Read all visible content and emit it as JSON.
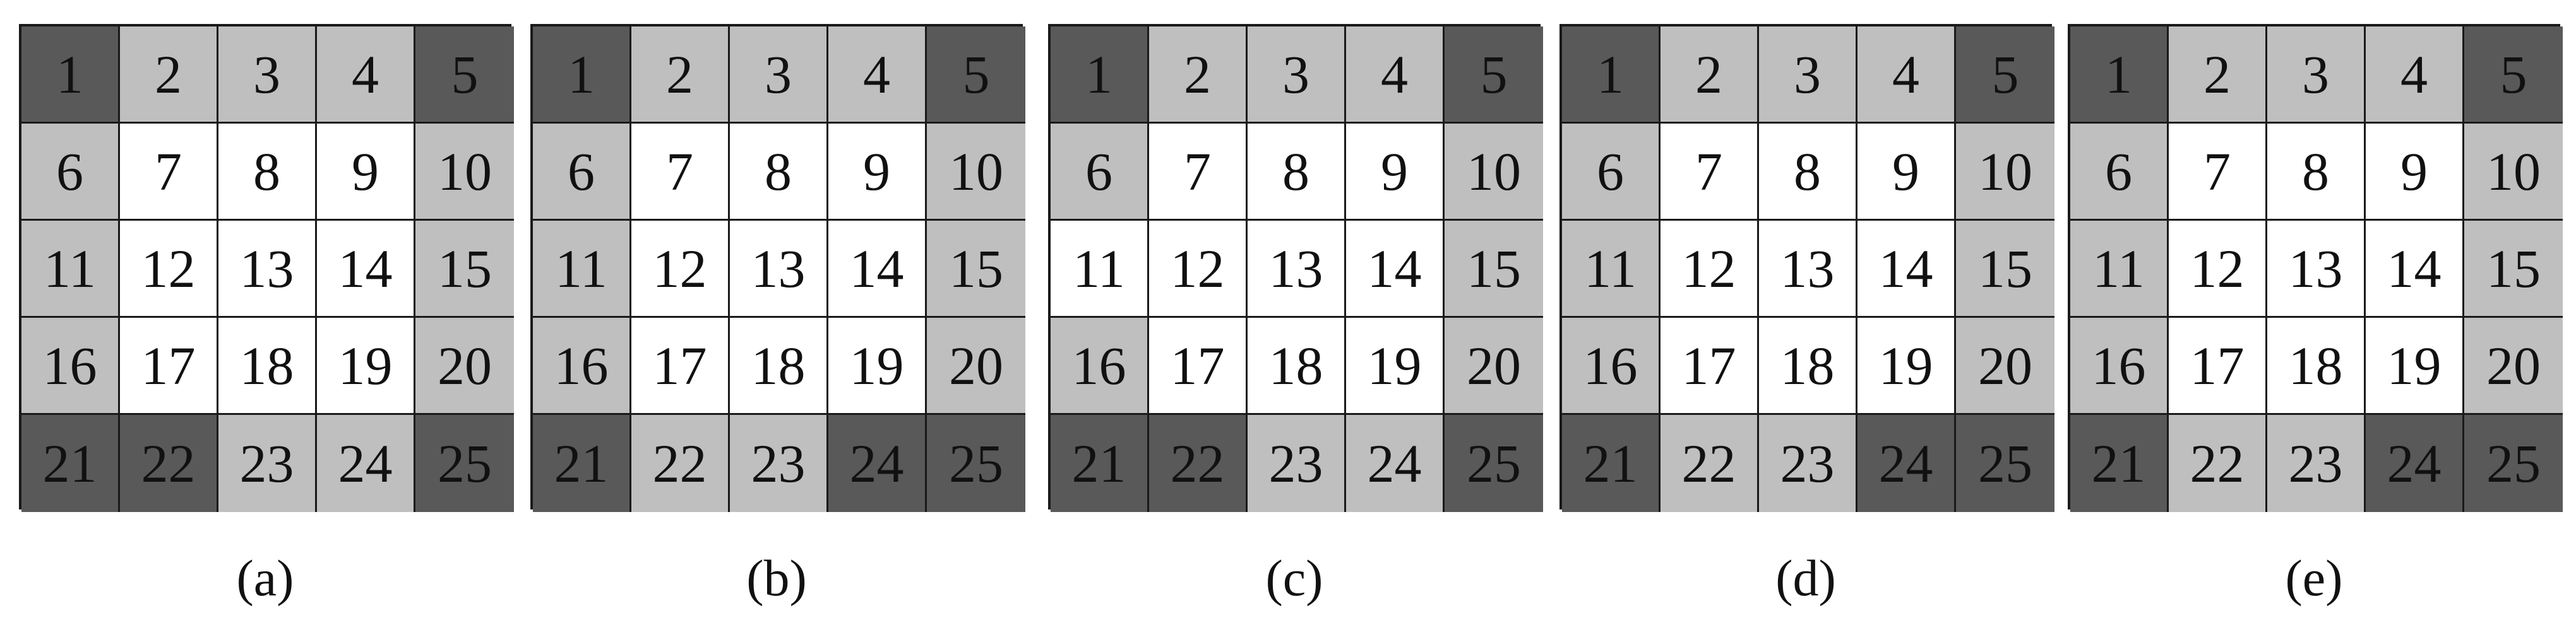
{
  "colors": {
    "dark": "#595959",
    "light": "#bfbfbf",
    "white": "#ffffff"
  },
  "panels": [
    {
      "caption": "(a)",
      "cells": [
        "1",
        "2",
        "3",
        "4",
        "5",
        "6",
        "7",
        "8",
        "9",
        "10",
        "11",
        "12",
        "13",
        "14",
        "15",
        "16",
        "17",
        "18",
        "19",
        "20",
        "21",
        "22",
        "23",
        "24",
        "25"
      ],
      "shades": [
        "d",
        "l",
        "l",
        "l",
        "d",
        "l",
        "w",
        "w",
        "w",
        "l",
        "l",
        "w",
        "w",
        "w",
        "l",
        "l",
        "w",
        "w",
        "w",
        "l",
        "d",
        "d",
        "l",
        "l",
        "d"
      ]
    },
    {
      "caption": "(b)",
      "cells": [
        "1",
        "2",
        "3",
        "4",
        "5",
        "6",
        "7",
        "8",
        "9",
        "10",
        "11",
        "12",
        "13",
        "14",
        "15",
        "16",
        "17",
        "18",
        "19",
        "20",
        "21",
        "22",
        "23",
        "24",
        "25"
      ],
      "shades": [
        "d",
        "l",
        "l",
        "l",
        "d",
        "l",
        "w",
        "w",
        "w",
        "l",
        "l",
        "w",
        "w",
        "w",
        "l",
        "l",
        "w",
        "w",
        "w",
        "l",
        "d",
        "l",
        "l",
        "d",
        "d"
      ]
    },
    {
      "caption": "(c)",
      "cells": [
        "1",
        "2",
        "3",
        "4",
        "5",
        "6",
        "7",
        "8",
        "9",
        "10",
        "11",
        "12",
        "13",
        "14",
        "15",
        "16",
        "17",
        "18",
        "19",
        "20",
        "21",
        "22",
        "23",
        "24",
        "25"
      ],
      "shades": [
        "d",
        "l",
        "l",
        "l",
        "d",
        "l",
        "w",
        "w",
        "w",
        "l",
        "w",
        "w",
        "w",
        "w",
        "l",
        "l",
        "w",
        "w",
        "w",
        "l",
        "d",
        "d",
        "l",
        "l",
        "d"
      ]
    },
    {
      "caption": "(d)",
      "cells": [
        "1",
        "2",
        "3",
        "4",
        "5",
        "6",
        "7",
        "8",
        "9",
        "10",
        "11",
        "12",
        "13",
        "14",
        "15",
        "16",
        "17",
        "18",
        "19",
        "20",
        "21",
        "22",
        "23",
        "24",
        "25"
      ],
      "shades": [
        "d",
        "l",
        "l",
        "l",
        "d",
        "l",
        "w",
        "w",
        "w",
        "l",
        "l",
        "w",
        "w",
        "w",
        "l",
        "l",
        "w",
        "w",
        "w",
        "l",
        "d",
        "l",
        "l",
        "d",
        "d"
      ]
    },
    {
      "caption": "(e)",
      "cells": [
        "1",
        "2",
        "3",
        "4",
        "5",
        "6",
        "7",
        "8",
        "9",
        "10",
        "11",
        "12",
        "13",
        "14",
        "15",
        "16",
        "17",
        "18",
        "19",
        "20",
        "21",
        "22",
        "23",
        "24",
        "25"
      ],
      "shades": [
        "d",
        "l",
        "l",
        "l",
        "d",
        "l",
        "w",
        "w",
        "w",
        "l",
        "l",
        "w",
        "w",
        "w",
        "l",
        "l",
        "w",
        "w",
        "w",
        "l",
        "d",
        "l",
        "l",
        "d",
        "d"
      ]
    }
  ]
}
